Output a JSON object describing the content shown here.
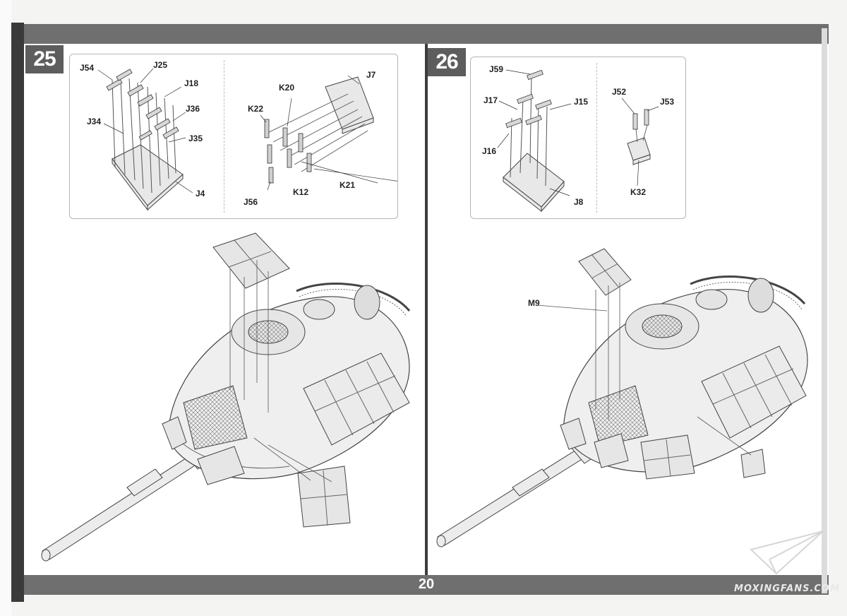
{
  "page": {
    "number": "20"
  },
  "steps": {
    "left": {
      "number": "25"
    },
    "right": {
      "number": "26"
    }
  },
  "parts": {
    "step25_left": [
      "J54",
      "J25",
      "J18",
      "J36",
      "J34",
      "J35",
      "J4"
    ],
    "step25_right": [
      "J7",
      "K20",
      "K22",
      "K21",
      "K12",
      "J56"
    ],
    "step26_left": [
      "J59",
      "J17",
      "J15",
      "J16",
      "J8"
    ],
    "step26_right": [
      "J52",
      "J53",
      "K32"
    ],
    "step26_main": [
      "M9"
    ]
  },
  "watermark": {
    "text": "MOXINGFANS.COM"
  }
}
